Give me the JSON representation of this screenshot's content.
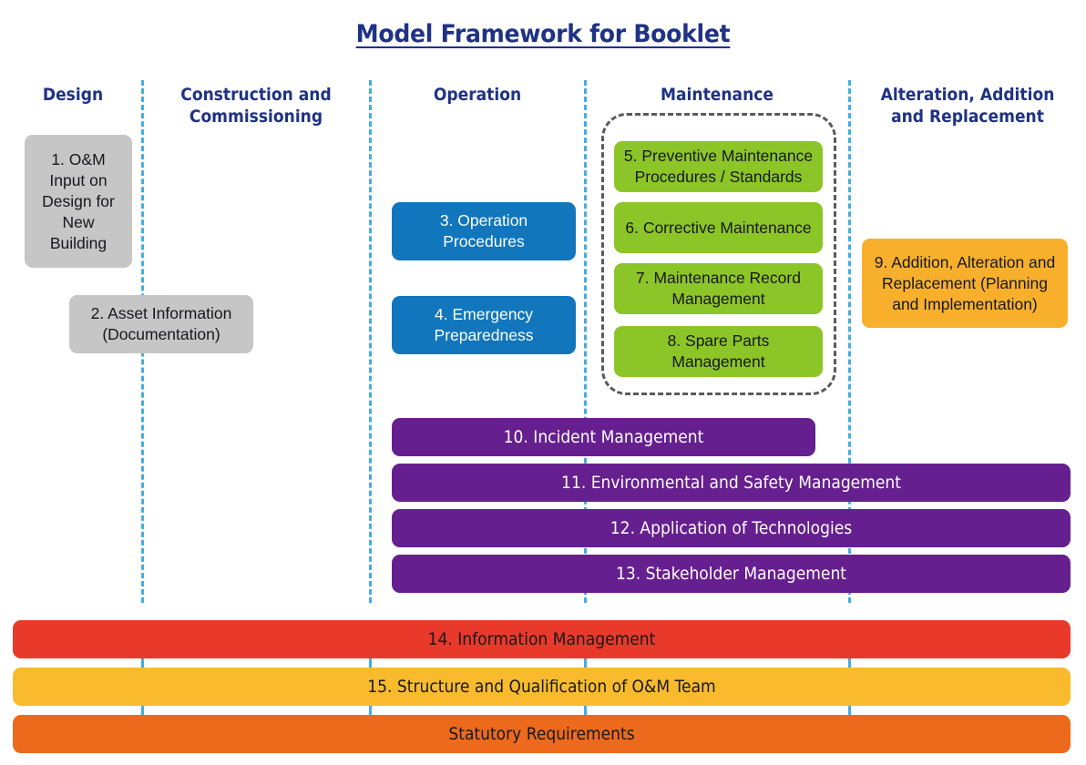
{
  "title": "Model Framework for Booklet",
  "columns": [
    {
      "id": "design",
      "label": "Design"
    },
    {
      "id": "construction",
      "label": "Construction and Commissioning"
    },
    {
      "id": "operation",
      "label": "Operation"
    },
    {
      "id": "maintenance",
      "label": "Maintenance"
    },
    {
      "id": "alteration",
      "label": "Alteration, Addition and Replacement"
    }
  ],
  "nodes": {
    "n1": "1. O&M Input on Design for New Building",
    "n2": "2. Asset Information (Documentation)",
    "n3": "3. Operation Procedures",
    "n4": "4. Emergency Preparedness",
    "n5": "5. Preventive Maintenance Procedures / Standards",
    "n6": "6. Corrective Maintenance",
    "n7": "7. Maintenance Record Management",
    "n8": "8. Spare Parts Management",
    "n9": "9. Addition, Alteration and Replacement (Planning and Implementation)",
    "n10": "10. Incident Management",
    "n11": "11. Environmental and Safety Management",
    "n12": "12. Application of Technologies",
    "n13": "13. Stakeholder Management",
    "n14": "14. Information Management",
    "n15": "15. Structure and Qualification of O&M Team",
    "n16": "Statutory Requirements"
  },
  "colors": {
    "title": "#1f3285",
    "header": "#1f3285",
    "separator": "#46ace0",
    "gray": "#c6c6c6",
    "blue": "#1176bc",
    "green": "#8cc527",
    "orange": "#f8b02c",
    "purple": "#661f8f",
    "red": "#e8392b",
    "yellow": "#f9bb2d",
    "dark_orange": "#ed6a1c",
    "group_dash": "#5a5a5a"
  }
}
